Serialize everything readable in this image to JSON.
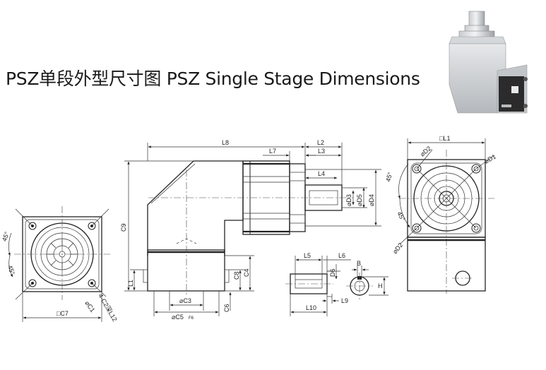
{
  "title": "PSZ单段外型尺寸图 PSZ Single Stage Dimensions",
  "labels": {
    "L8": "L8",
    "L7": "L7",
    "L2": "L2",
    "L3": "L3",
    "L4": "L4",
    "L1": "□L1",
    "L1side": "L1",
    "L5": "L5",
    "L6": "L6",
    "L9": "L9",
    "L10": "L10",
    "C9": "C9",
    "C8": "C8",
    "C4": "C4",
    "C6": "C6",
    "C3": "⌀C3",
    "C5": "⌀C5",
    "F6": "F6",
    "C7": "□C7",
    "C1": "⌀C1",
    "C2": "4-C2深L12",
    "D1": "⌀D1",
    "D2top": "⌀D2",
    "D2bot": "⌀D2",
    "D3": "⌀D3",
    "D5": "⌀D5",
    "D4": "⌀D4",
    "D6": "D6",
    "B": "B",
    "H": "H",
    "a45_1": "45°",
    "a45_2": "45°",
    "a45_3": "45°",
    "a45_4": "45°"
  }
}
